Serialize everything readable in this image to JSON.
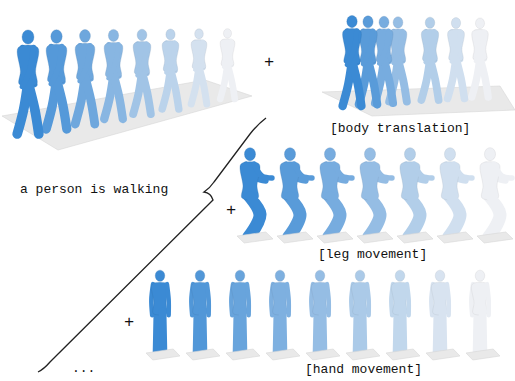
{
  "diagram": {
    "labels": [
      "a person is walking",
      "+",
      "[body translation]",
      "+",
      "[leg movement]",
      "+",
      "...",
      "[hand movement]"
    ]
  }
}
